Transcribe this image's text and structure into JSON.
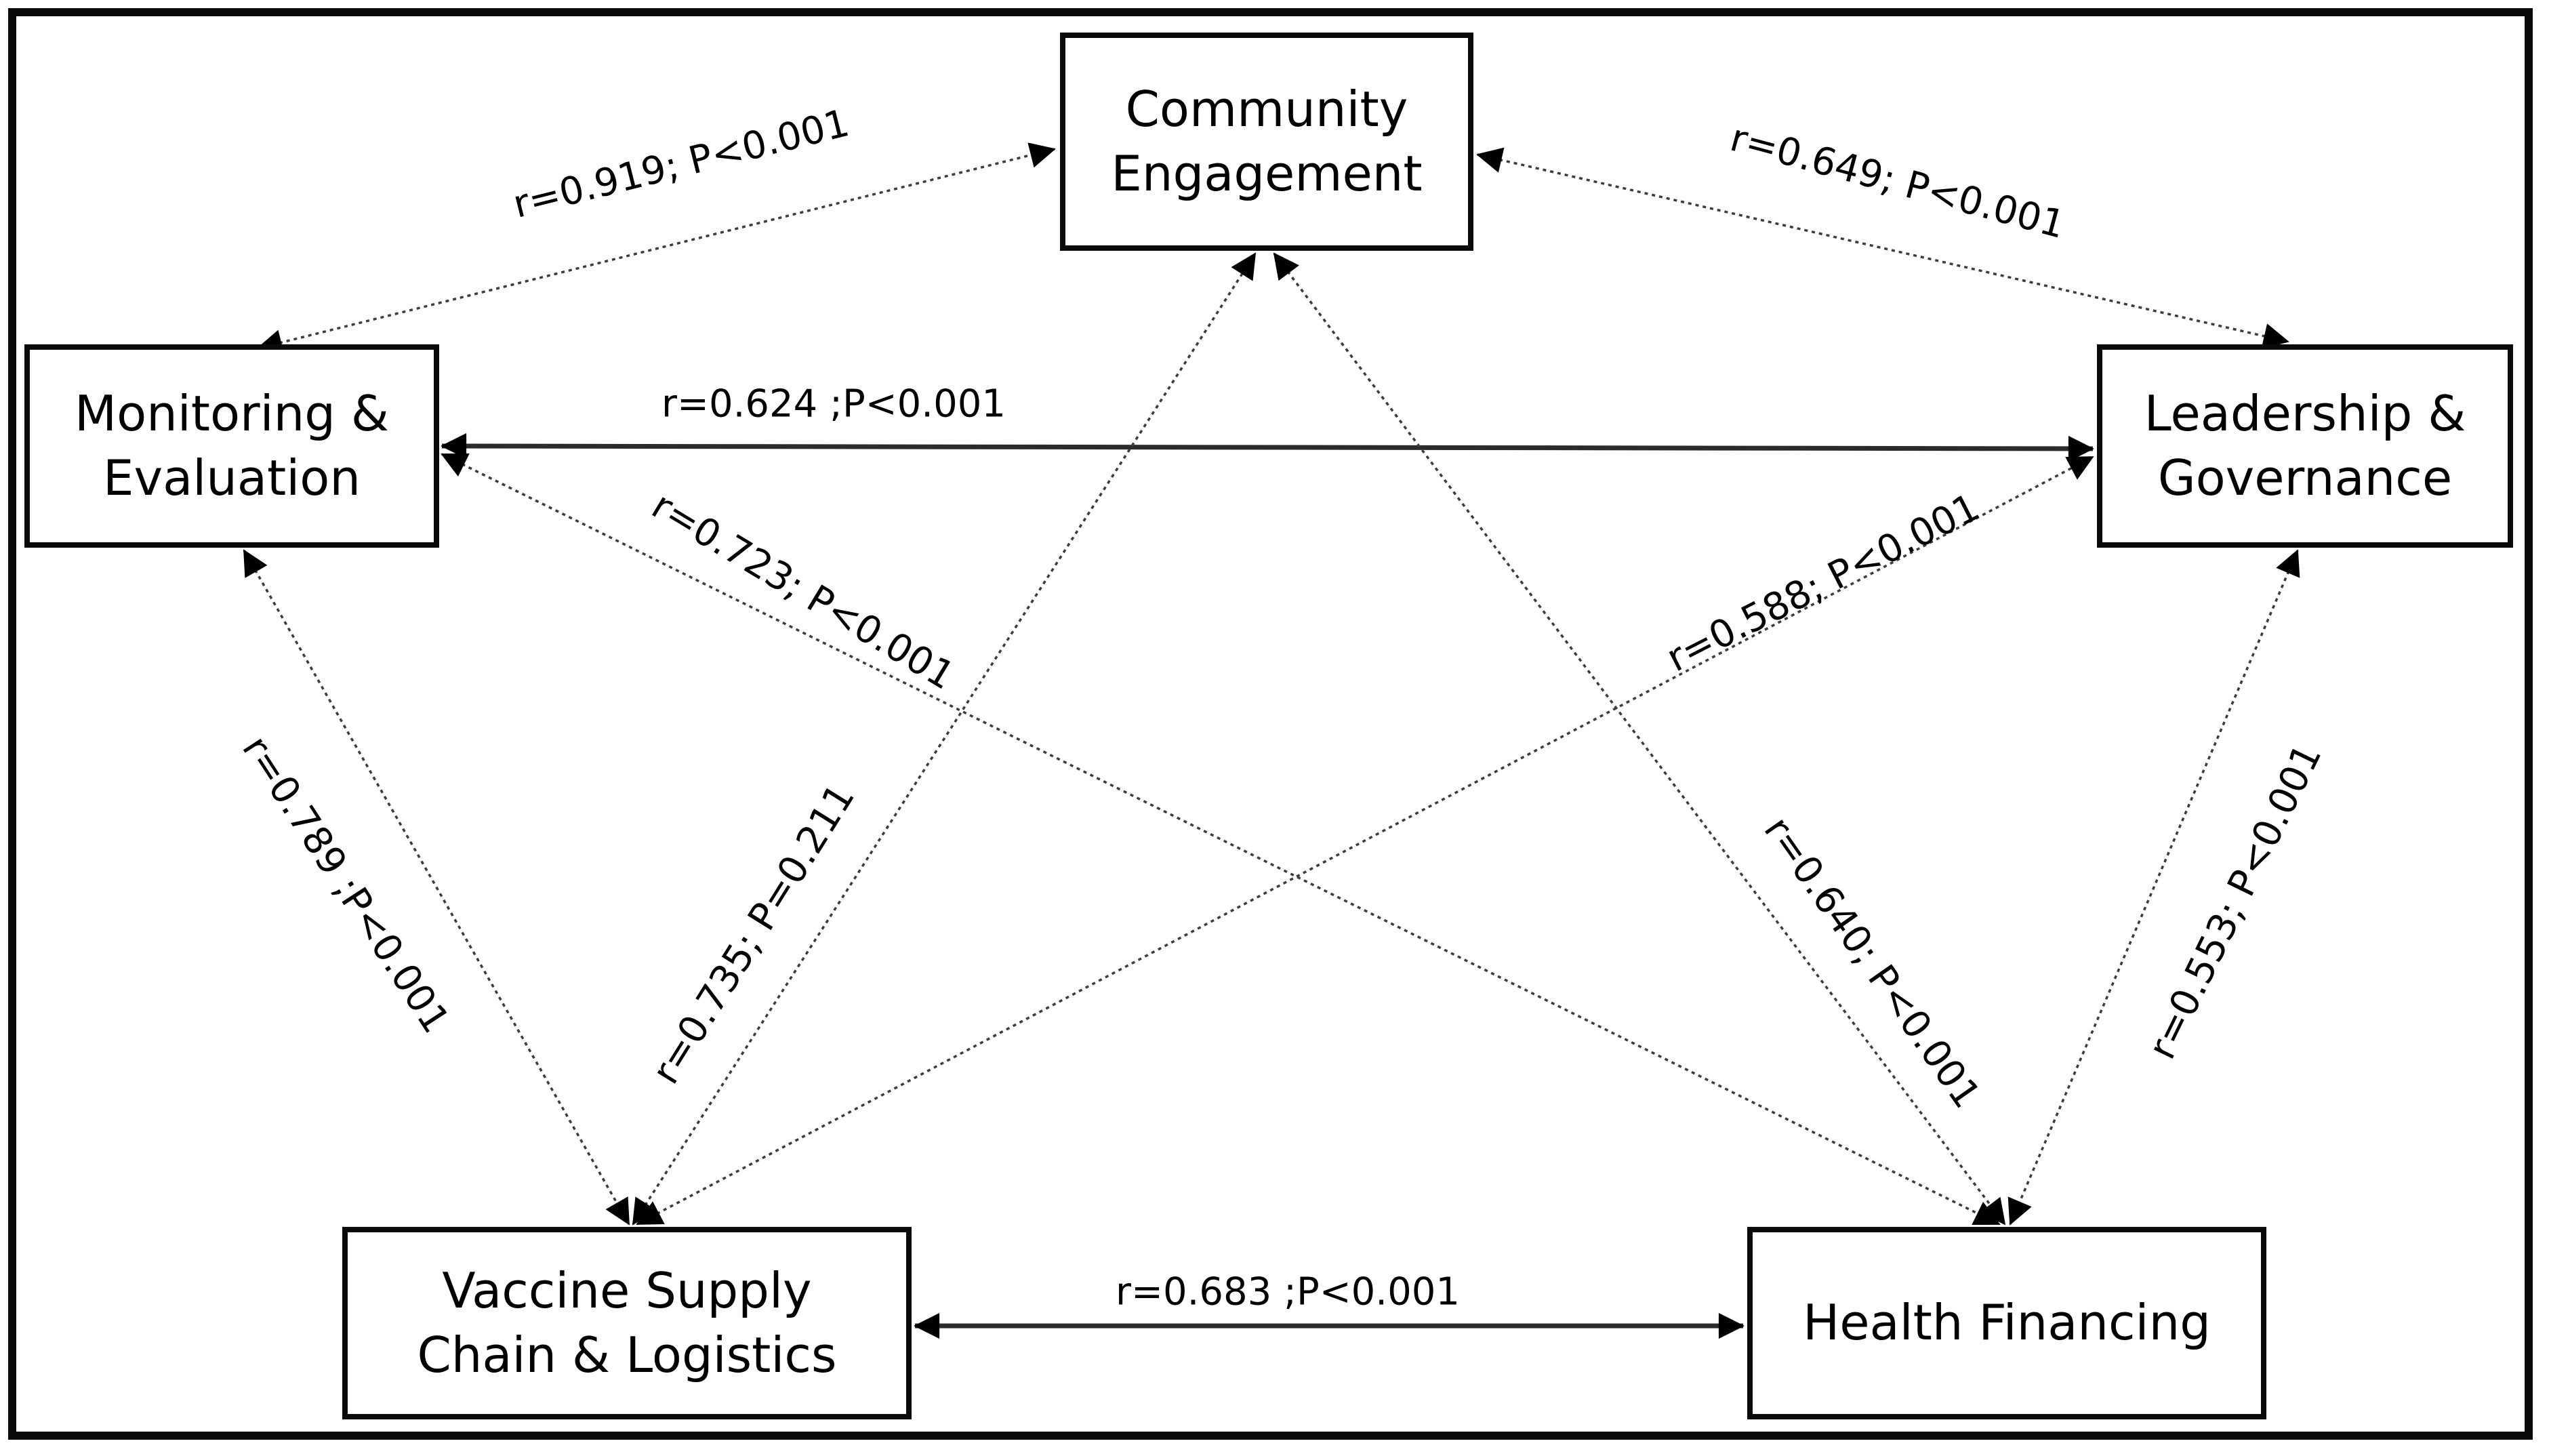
{
  "figure": {
    "background_color": "#ffffff",
    "border_color": "#0a0a0a",
    "line_color": "#3c3c3c",
    "text_color": "#000000"
  },
  "nodes": [
    {
      "id": "community-engagement",
      "label": "Community\nEngagement"
    },
    {
      "id": "monitoring-evaluation",
      "label": "Monitoring &\nEvaluation"
    },
    {
      "id": "leadership-governance",
      "label": "Leadership &\nGovernance"
    },
    {
      "id": "vaccine-supply-chain-logistics",
      "label": "Vaccine Supply\nChain & Logistics"
    },
    {
      "id": "health-financing",
      "label": "Health Financing"
    }
  ],
  "edges": [
    {
      "from": "monitoring-evaluation",
      "to": "community-engagement",
      "r": "0.919",
      "p": "P<0.001",
      "label": "r=0.919; P<0.001"
    },
    {
      "from": "community-engagement",
      "to": "leadership-governance",
      "r": "0.649",
      "p": "P<0.001",
      "label": "r=0.649; P<0.001"
    },
    {
      "from": "monitoring-evaluation",
      "to": "leadership-governance",
      "r": "0.624",
      "p": "P<0.001",
      "label": "r=0.624 ;P<0.001"
    },
    {
      "from": "monitoring-evaluation",
      "to": "health-financing",
      "r": "0.723",
      "p": "P<0.001",
      "label": "r=0.723; P<0.001"
    },
    {
      "from": "vaccine-supply-chain-logistics",
      "to": "leadership-governance",
      "r": "0.588",
      "p": "P<0.001",
      "label": "r=0.588; P<0.001"
    },
    {
      "from": "monitoring-evaluation",
      "to": "vaccine-supply-chain-logistics",
      "r": "0.789",
      "p": "P<0.001",
      "label": "r=0.789 ;P<0.001"
    },
    {
      "from": "vaccine-supply-chain-logistics",
      "to": "community-engagement",
      "r": "0.735",
      "p": "P=0.211",
      "label": "r=0.735; P=0.211"
    },
    {
      "from": "community-engagement",
      "to": "health-financing",
      "r": "0.640",
      "p": "P<0.001",
      "label": "r=0.640; P<0.001"
    },
    {
      "from": "leadership-governance",
      "to": "health-financing",
      "r": "0.553",
      "p": "P<0.001",
      "label": "r=0.553; P<0.001"
    },
    {
      "from": "vaccine-supply-chain-logistics",
      "to": "health-financing",
      "r": "0.683",
      "p": "P<0.001",
      "label": "r=0.683 ;P<0.001"
    }
  ]
}
